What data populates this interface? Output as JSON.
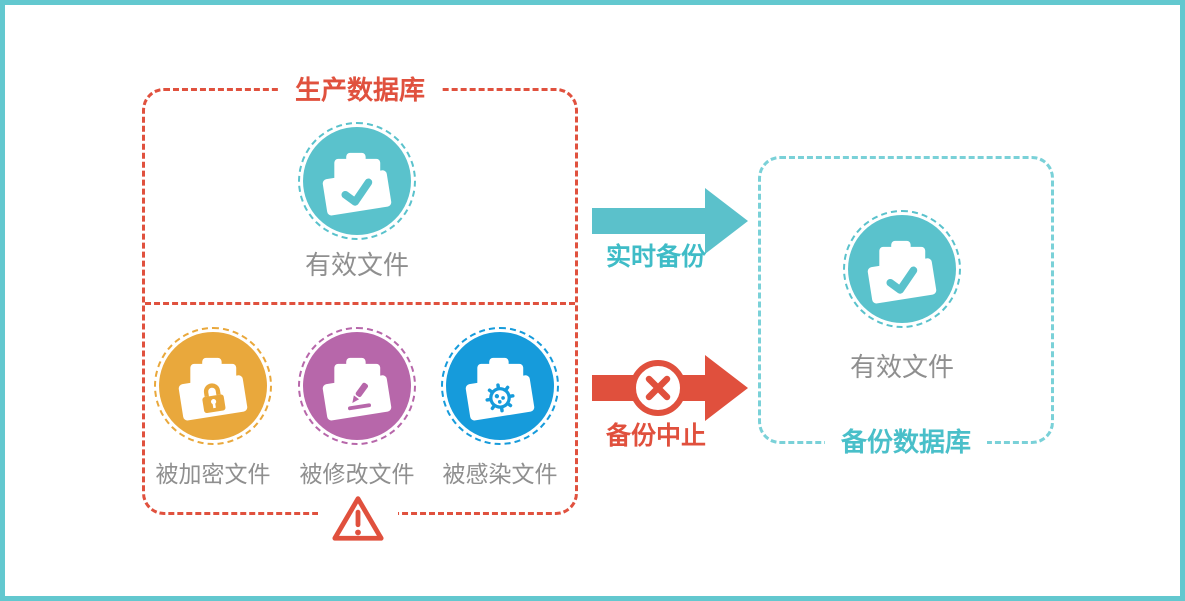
{
  "production": {
    "title": "生产数据库",
    "valid": {
      "label": "有效文件",
      "icon": "check-folder-icon",
      "color": "#5ac2cc"
    },
    "items": [
      {
        "label": "被加密文件",
        "icon": "lock-folder-icon",
        "color": "#e9a83c"
      },
      {
        "label": "被修改文件",
        "icon": "pencil-folder-icon",
        "color": "#b767aa"
      },
      {
        "label": "被感染文件",
        "icon": "virus-folder-icon",
        "color": "#169bdb"
      }
    ],
    "warning_icon": "warning-triangle-icon"
  },
  "backup": {
    "title": "备份数据库",
    "valid": {
      "label": "有效文件",
      "icon": "check-folder-icon",
      "color": "#5ac2cc"
    }
  },
  "arrows": {
    "realtime": {
      "label": "实时备份",
      "color": "#5bc1cb",
      "direction": "right"
    },
    "aborted": {
      "label": "备份中止",
      "color": "#e0503d",
      "direction": "right",
      "badge_icon": "x-circle-icon"
    }
  },
  "colors": {
    "frame_border": "#63c8cf",
    "production_box_border": "#e0513e",
    "backup_box_border": "#7ad1d8",
    "caption_text": "#8f8f8f",
    "teal": "#5ac2cc",
    "red": "#e0503d",
    "orange": "#e9a83c",
    "purple": "#b767aa",
    "blue": "#169bdb"
  }
}
